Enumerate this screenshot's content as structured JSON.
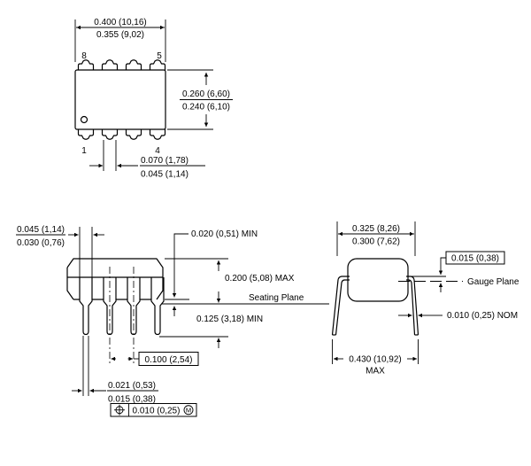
{
  "drawing_colors": {
    "ink": "#000000",
    "paper": "#ffffff"
  },
  "top_view": {
    "pin8": "8",
    "pin5": "5",
    "pin1": "1",
    "pin4": "4",
    "body_width_max": "0.400 (10,16)",
    "body_width_min": "0.355 (9,02)",
    "body_length_max": "0.260 (6,60)",
    "body_length_min": "0.240 (6,10)",
    "pin_width_max": "0.070 (1,78)",
    "pin_width_min": "0.045 (1,14)"
  },
  "front_view": {
    "shoulder_width_max": "0.045 (1,14)",
    "shoulder_width_min": "0.030 (0,76)",
    "standoff_min": "0.020 (0,51) MIN",
    "body_height_max": "0.200 (5,08) MAX",
    "seating_plane_label": "Seating Plane",
    "lead_below_seating_min": "0.125 (3,18) MIN",
    "lead_pitch": "0.100 (2,54)",
    "lead_width_max": "0.021 (0,53)",
    "lead_width_min": "0.015 (0,38)",
    "position_tolerance": "0.010 (0,25)",
    "position_modifier": "M"
  },
  "end_view": {
    "lead_span_max": "0.325 (8,26)",
    "lead_span_min": "0.300 (7,62)",
    "gauge_offset": "0.015 (0,38)",
    "gauge_plane_label": "Gauge Plane",
    "lead_thickness_nom": "0.010 (0,25) NOM",
    "overall_span": "0.430 (10,92)",
    "overall_span_qualifier": "MAX"
  }
}
